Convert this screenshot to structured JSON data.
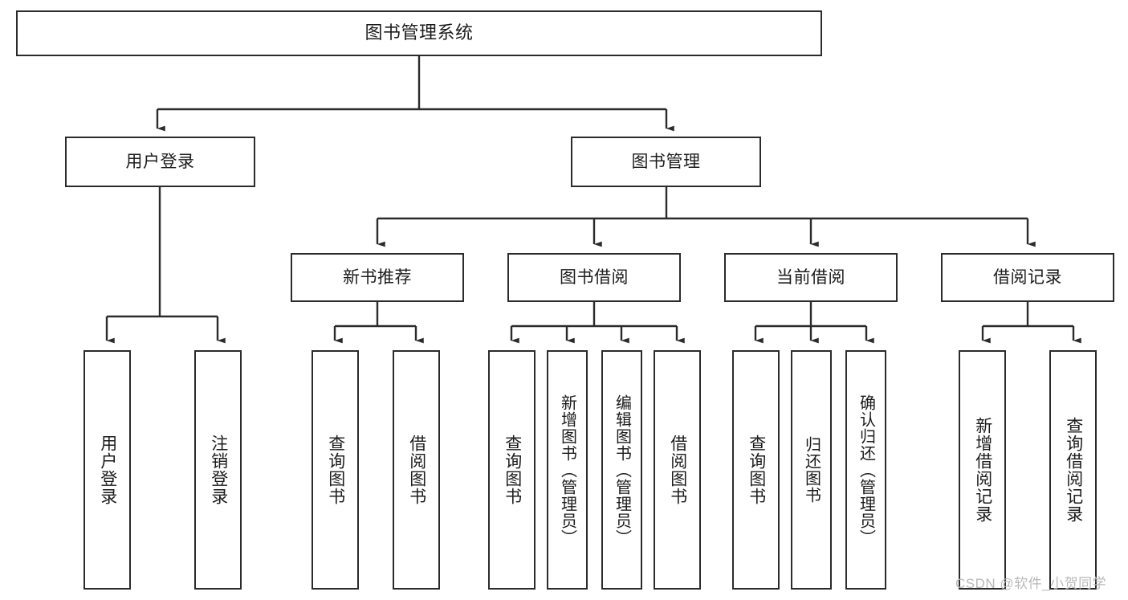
{
  "diagram": {
    "title": "图书管理系统",
    "type": "tree",
    "levels": [
      {
        "level": 0,
        "nodes": [
          {
            "id": "root",
            "label": "图书管理系统",
            "orientation": "horizontal"
          }
        ]
      },
      {
        "level": 1,
        "nodes": [
          {
            "id": "user-login",
            "label": "用户登录",
            "orientation": "horizontal"
          },
          {
            "id": "book-manage",
            "label": "图书管理",
            "orientation": "horizontal"
          }
        ]
      },
      {
        "level": 2,
        "nodes": [
          {
            "id": "new-book-recommend",
            "label": "新书推荐",
            "orientation": "horizontal"
          },
          {
            "id": "book-borrow",
            "label": "图书借阅",
            "orientation": "horizontal"
          },
          {
            "id": "current-borrow",
            "label": "当前借阅",
            "orientation": "horizontal"
          },
          {
            "id": "borrow-record",
            "label": "借阅记录",
            "orientation": "horizontal"
          }
        ]
      },
      {
        "level": 3,
        "nodes": [
          {
            "id": "leaf-user-login",
            "label": "用户登录",
            "orientation": "vertical",
            "parent": "user-login"
          },
          {
            "id": "leaf-user-logout",
            "label": "注销登录",
            "orientation": "vertical",
            "parent": "user-login"
          },
          {
            "id": "leaf-query-book-1",
            "label": "查询图书",
            "orientation": "vertical",
            "parent": "new-book-recommend"
          },
          {
            "id": "leaf-borrow-book-1",
            "label": "借阅图书",
            "orientation": "vertical",
            "parent": "new-book-recommend"
          },
          {
            "id": "leaf-query-book-2",
            "label": "查询图书",
            "orientation": "vertical",
            "parent": "book-borrow"
          },
          {
            "id": "leaf-add-book",
            "label": "新增图书（管理员）",
            "orientation": "vertical",
            "parent": "book-borrow"
          },
          {
            "id": "leaf-edit-book",
            "label": "编辑图书（管理员）",
            "orientation": "vertical",
            "parent": "book-borrow"
          },
          {
            "id": "leaf-borrow-book-2",
            "label": "借阅图书",
            "orientation": "vertical",
            "parent": "book-borrow"
          },
          {
            "id": "leaf-query-book-3",
            "label": "查询图书",
            "orientation": "vertical",
            "parent": "current-borrow"
          },
          {
            "id": "leaf-return-book",
            "label": "归还图书",
            "orientation": "vertical",
            "parent": "current-borrow"
          },
          {
            "id": "leaf-confirm-return",
            "label": "确认归还（管理员）",
            "orientation": "vertical",
            "parent": "current-borrow"
          },
          {
            "id": "leaf-add-record",
            "label": "新增借阅记录",
            "orientation": "vertical",
            "parent": "borrow-record"
          },
          {
            "id": "leaf-query-record",
            "label": "查询借阅记录",
            "orientation": "vertical",
            "parent": "borrow-record"
          }
        ]
      }
    ],
    "colors": {
      "stroke": "#2b2b2b",
      "fill": "#ffffff",
      "text": "#1c1c1c",
      "watermark": "#b9b9b9"
    }
  },
  "watermark": {
    "text": "CSDN @软件_小贺同学"
  }
}
